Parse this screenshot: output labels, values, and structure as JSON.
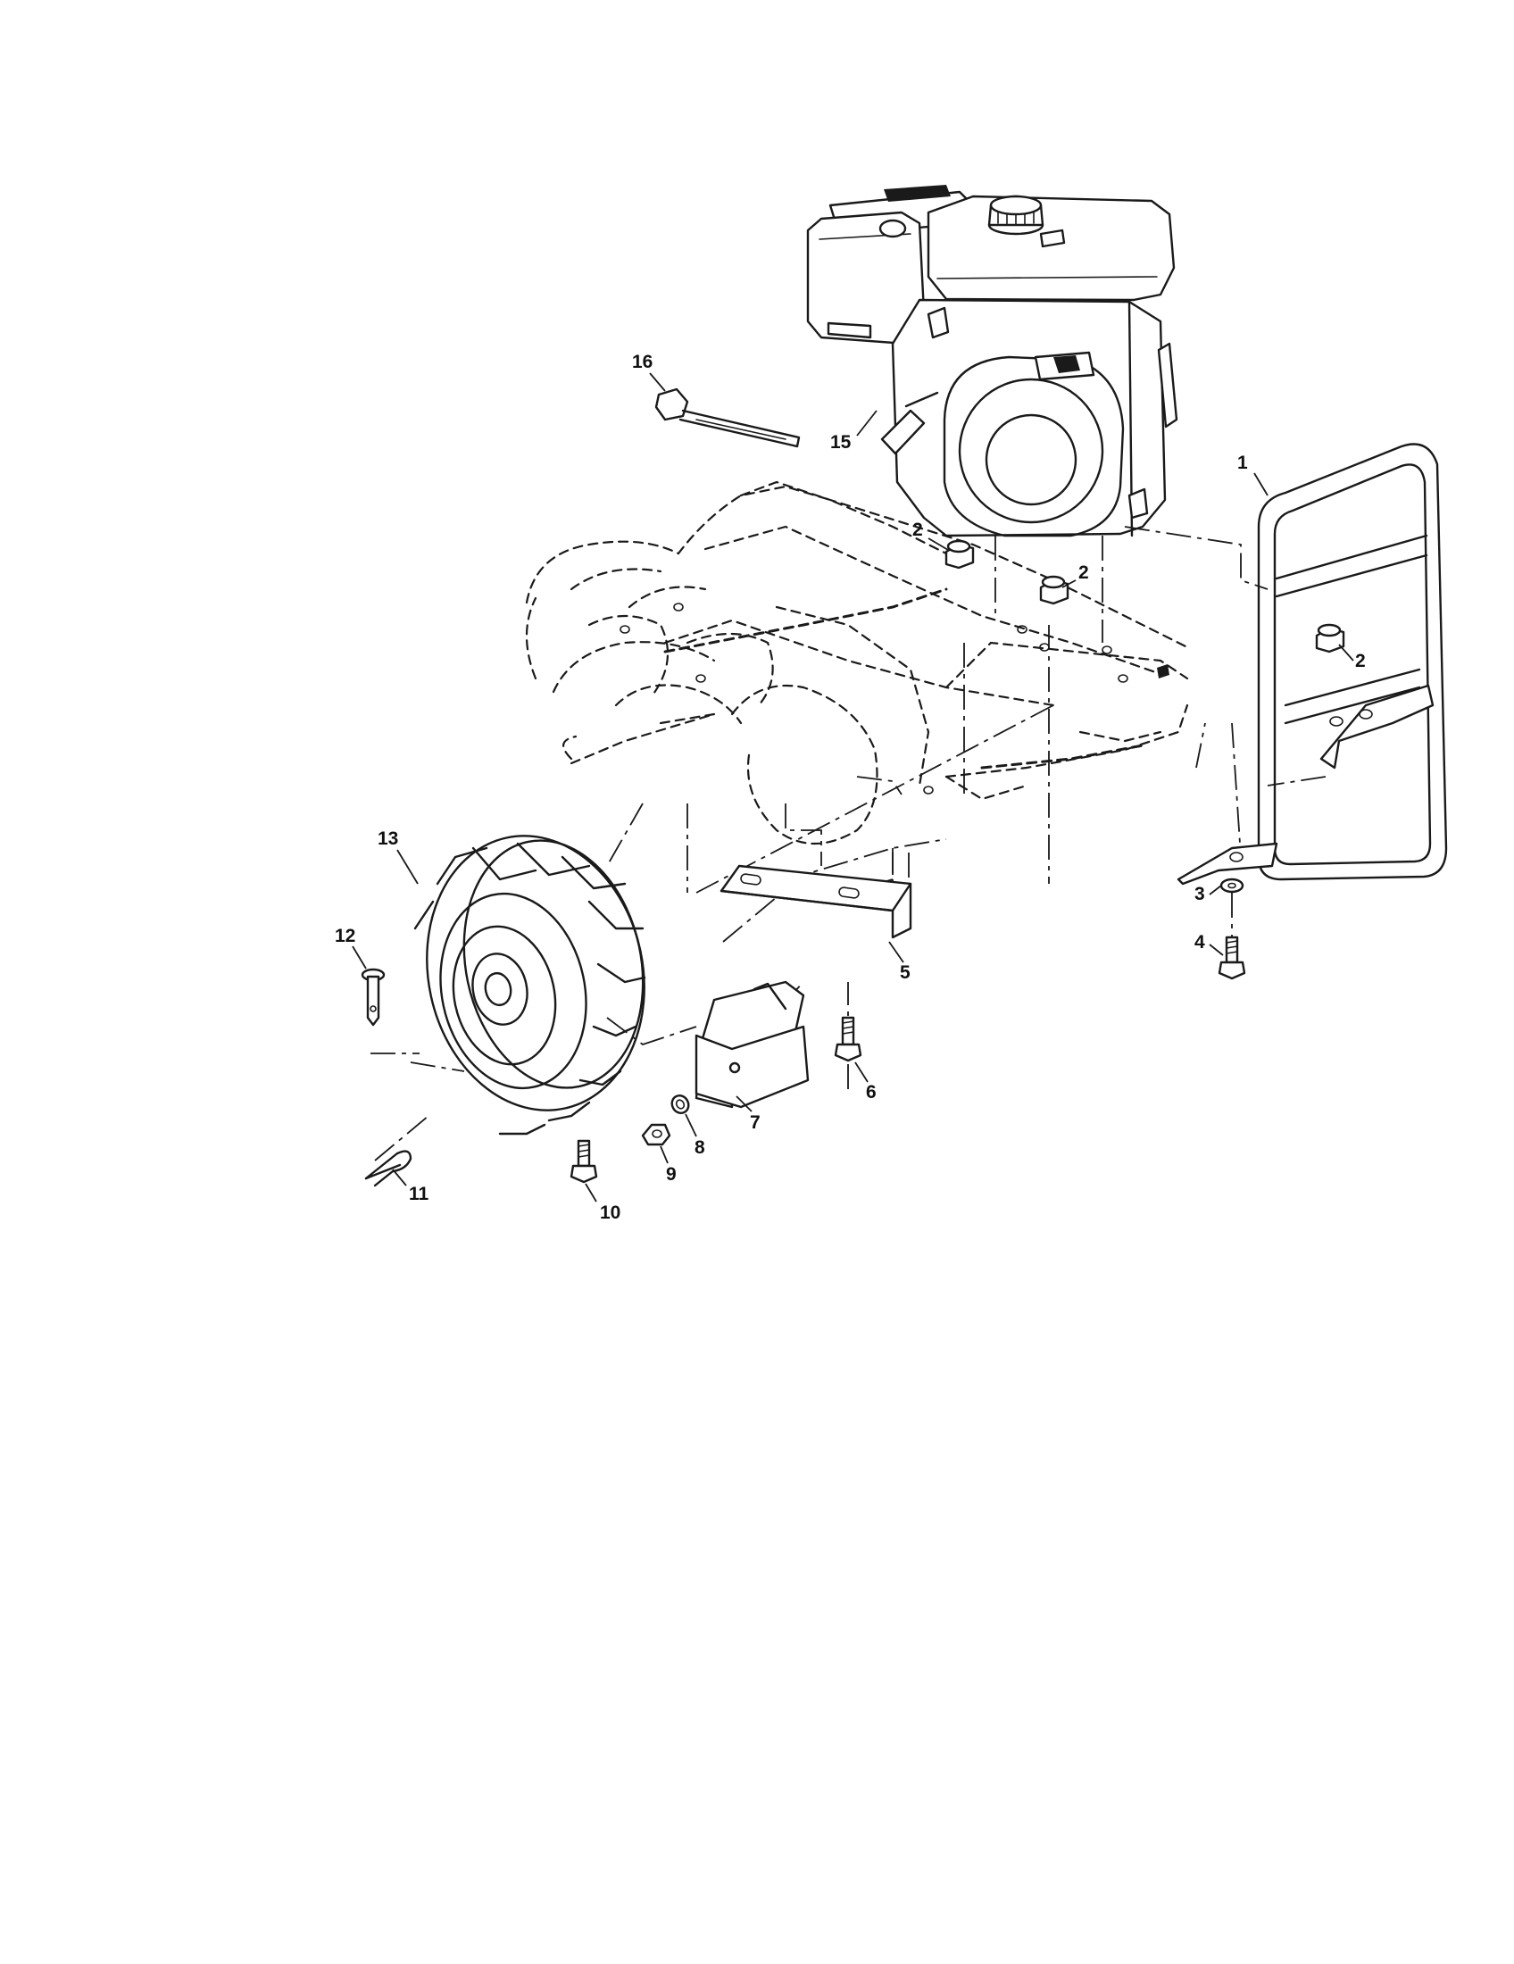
{
  "callouts": [
    {
      "id": "c1",
      "label": "1",
      "part": "bumper-frame"
    },
    {
      "id": "c2a",
      "label": "2",
      "part": "flange-nut"
    },
    {
      "id": "c2b",
      "label": "2",
      "part": "flange-nut"
    },
    {
      "id": "c2c",
      "label": "2",
      "part": "flange-nut"
    },
    {
      "id": "c3",
      "label": "3",
      "part": "washer"
    },
    {
      "id": "c4",
      "label": "4",
      "part": "bolt"
    },
    {
      "id": "c5",
      "label": "5",
      "part": "weight-bracket"
    },
    {
      "id": "c6",
      "label": "6",
      "part": "bolt"
    },
    {
      "id": "c7",
      "label": "7",
      "part": "front-weight"
    },
    {
      "id": "c8",
      "label": "8",
      "part": "lock-washer"
    },
    {
      "id": "c9",
      "label": "9",
      "part": "nut"
    },
    {
      "id": "c10",
      "label": "10",
      "part": "bolt"
    },
    {
      "id": "c11",
      "label": "11",
      "part": "hairpin-clip"
    },
    {
      "id": "c12",
      "label": "12",
      "part": "clevis-pin"
    },
    {
      "id": "c13",
      "label": "13",
      "part": "wheel-tire"
    },
    {
      "id": "c15",
      "label": "15",
      "part": "engine"
    },
    {
      "id": "c16",
      "label": "16",
      "part": "cable-tie"
    }
  ]
}
